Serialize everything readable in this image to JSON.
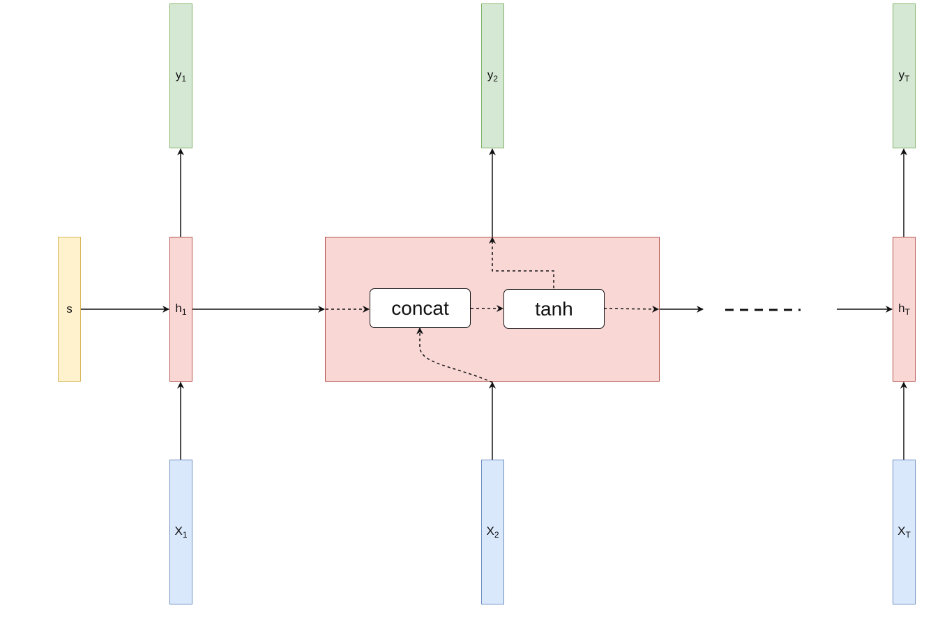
{
  "nodes": {
    "s": {
      "label": "s"
    },
    "h1": {
      "base": "h",
      "sub": "1"
    },
    "hT": {
      "base": "h",
      "sub": "T"
    },
    "y1": {
      "base": "y",
      "sub": "1"
    },
    "y2": {
      "base": "y",
      "sub": "2"
    },
    "yT": {
      "base": "y",
      "sub": "T"
    },
    "x1": {
      "base": "X",
      "sub": "1"
    },
    "x2": {
      "base": "X",
      "sub": "2"
    },
    "xT": {
      "base": "X",
      "sub": "T"
    }
  },
  "cell": {
    "concat_label": "concat",
    "tanh_label": "tanh"
  },
  "colors": {
    "state_fill": "#fff2cc",
    "hidden_fill": "#f8d7d5",
    "output_fill": "#d5e8d4",
    "input_fill": "#dae8fc",
    "edge": "#111111"
  }
}
